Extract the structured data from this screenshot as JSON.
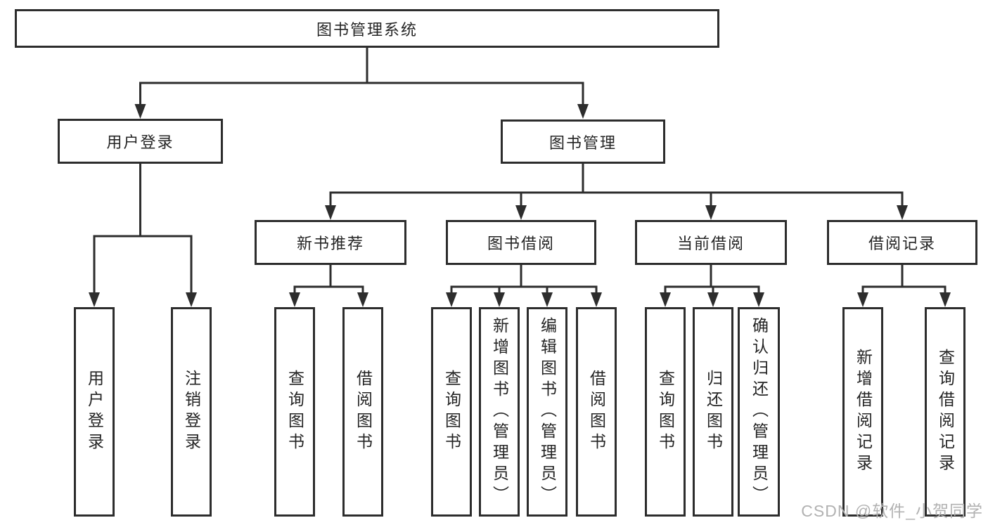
{
  "diagram": {
    "root": "图书管理系统",
    "branches": [
      {
        "label": "用户登录",
        "children": [
          {
            "label": "用户登录"
          },
          {
            "label": "注销登录"
          }
        ]
      },
      {
        "label": "图书管理",
        "groups": [
          {
            "label": "新书推荐",
            "children": [
              {
                "label": "查询图书"
              },
              {
                "label": "借阅图书"
              }
            ]
          },
          {
            "label": "图书借阅",
            "children": [
              {
                "label": "查询图书"
              },
              {
                "label": "新增图书（管理员）"
              },
              {
                "label": "编辑图书（管理员）"
              },
              {
                "label": "借阅图书"
              }
            ]
          },
          {
            "label": "当前借阅",
            "children": [
              {
                "label": "查询图书"
              },
              {
                "label": "归还图书"
              },
              {
                "label": "确认归还（管理员）"
              }
            ]
          },
          {
            "label": "借阅记录",
            "children": [
              {
                "label": "新增借阅记录"
              },
              {
                "label": "查询借阅记录"
              }
            ]
          }
        ]
      }
    ]
  },
  "watermark": "CSDN @软件_小贺同学",
  "colors": {
    "line": "#2d2d2d",
    "text": "#242424",
    "watermark": "#b2b2b2",
    "background": "#ffffff"
  }
}
